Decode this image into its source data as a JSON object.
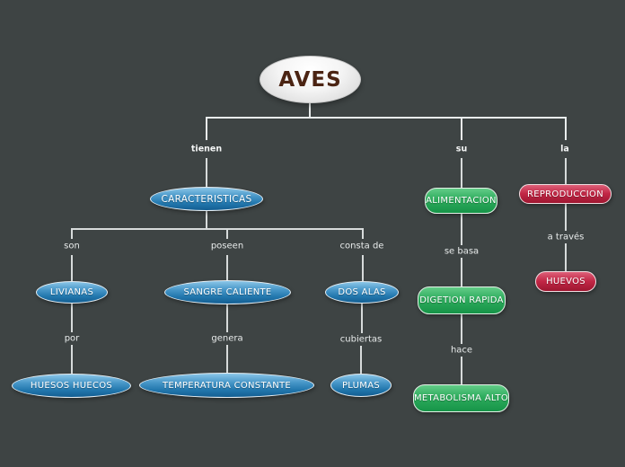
{
  "map": {
    "root": {
      "label": "AVES"
    },
    "nodes": [
      {
        "id": "caracteristicas",
        "label": "CARACTERISTICAS",
        "color": "blue"
      },
      {
        "id": "livianas",
        "label": "LIVIANAS",
        "color": "blue"
      },
      {
        "id": "sangre-caliente",
        "label": "SANGRE CALIENTE",
        "color": "blue"
      },
      {
        "id": "dos-alas",
        "label": "DOS ALAS",
        "color": "blue"
      },
      {
        "id": "huesos-huecos",
        "label": "HUESOS HUECOS",
        "color": "blue"
      },
      {
        "id": "temperatura-constante",
        "label": "TEMPERATURA CONSTANTE",
        "color": "blue"
      },
      {
        "id": "plumas",
        "label": "PLUMAS",
        "color": "blue"
      },
      {
        "id": "alimentacion",
        "label": "ALIMENTACION",
        "color": "green"
      },
      {
        "id": "digetion-rapida",
        "label": "DIGETION RAPIDA",
        "color": "green"
      },
      {
        "id": "metabolisma-alto",
        "label": "METABOLISMA ALTO",
        "color": "green"
      },
      {
        "id": "reproduccion",
        "label": "REPRODUCCION",
        "color": "red"
      },
      {
        "id": "huevos",
        "label": "HUEVOS",
        "color": "red"
      }
    ],
    "links": [
      {
        "label": "tienen",
        "from": "AVES",
        "to": "CARACTERISTICAS"
      },
      {
        "label": "su",
        "from": "AVES",
        "to": "ALIMENTACION"
      },
      {
        "label": "la",
        "from": "AVES",
        "to": "REPRODUCCION"
      },
      {
        "label": "son",
        "from": "CARACTERISTICAS",
        "to": "LIVIANAS"
      },
      {
        "label": "poseen",
        "from": "CARACTERISTICAS",
        "to": "SANGRE CALIENTE"
      },
      {
        "label": "consta de",
        "from": "CARACTERISTICAS",
        "to": "DOS ALAS"
      },
      {
        "label": "por",
        "from": "LIVIANAS",
        "to": "HUESOS HUECOS"
      },
      {
        "label": "genera",
        "from": "SANGRE CALIENTE",
        "to": "TEMPERATURA CONSTANTE"
      },
      {
        "label": "cubiertas",
        "from": "DOS ALAS",
        "to": "PLUMAS"
      },
      {
        "label": "se basa",
        "from": "ALIMENTACION",
        "to": "DIGETION RAPIDA"
      },
      {
        "label": "hace",
        "from": "DIGETION RAPIDA",
        "to": "METABOLISMA ALTO"
      },
      {
        "label": "a través",
        "from": "REPRODUCCION",
        "to": "HUEVOS"
      }
    ],
    "colors": {
      "background": "#3e4444",
      "connector_line": "#d7dbdb",
      "blue_node": "#2277ad",
      "green_node": "#2eac5d",
      "red_node": "#c22746",
      "root_fill": "#f2f2f2",
      "root_text": "#4b2413",
      "node_text": "#ffffff",
      "label_text": "#e9ecec"
    }
  }
}
